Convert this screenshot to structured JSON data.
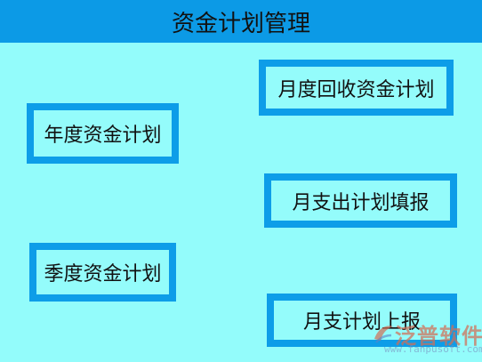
{
  "header": {
    "title": "资金计划管理"
  },
  "nodes": {
    "annual": "年度资金计划",
    "quarterly": "季度资金计划",
    "monthly_recovery": "月度回收资金计划",
    "monthly_fill": "月支出计划填报",
    "monthly_report": "月支计划上报"
  },
  "watermark": {
    "text": "泛普软件",
    "url": "www.fanpusoft.com"
  },
  "colors": {
    "background": "#93fcfb",
    "header": "#0c9ae6",
    "box_border": "#0d9de8"
  }
}
